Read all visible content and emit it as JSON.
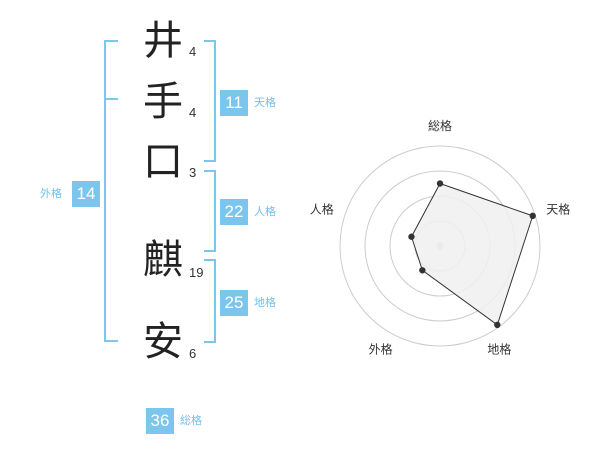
{
  "name": {
    "chars": [
      {
        "char": "井",
        "strokes": "4"
      },
      {
        "char": "手",
        "strokes": "4"
      },
      {
        "char": "口",
        "strokes": "3"
      },
      {
        "char": "麒",
        "strokes": "19"
      },
      {
        "char": "安",
        "strokes": "6"
      }
    ]
  },
  "kakusu": {
    "gaikaku": {
      "value": "14",
      "label": "外格"
    },
    "tenkaku": {
      "value": "11",
      "label": "天格"
    },
    "jinkaku": {
      "value": "22",
      "label": "人格"
    },
    "chikaku": {
      "value": "25",
      "label": "地格"
    },
    "soukaku": {
      "value": "36",
      "label": "総格"
    }
  },
  "chart_data": {
    "type": "radar",
    "axes": [
      "総格",
      "天格",
      "地格",
      "外格",
      "人格"
    ],
    "scale_rings": 4,
    "values": [
      2.5,
      3.9,
      3.9,
      1.2,
      1.2
    ],
    "max": 4,
    "colors": {
      "fill": "#f0f0f0",
      "line": "#333333",
      "grid": "#cccccc",
      "center": "#c8c8c8"
    }
  }
}
